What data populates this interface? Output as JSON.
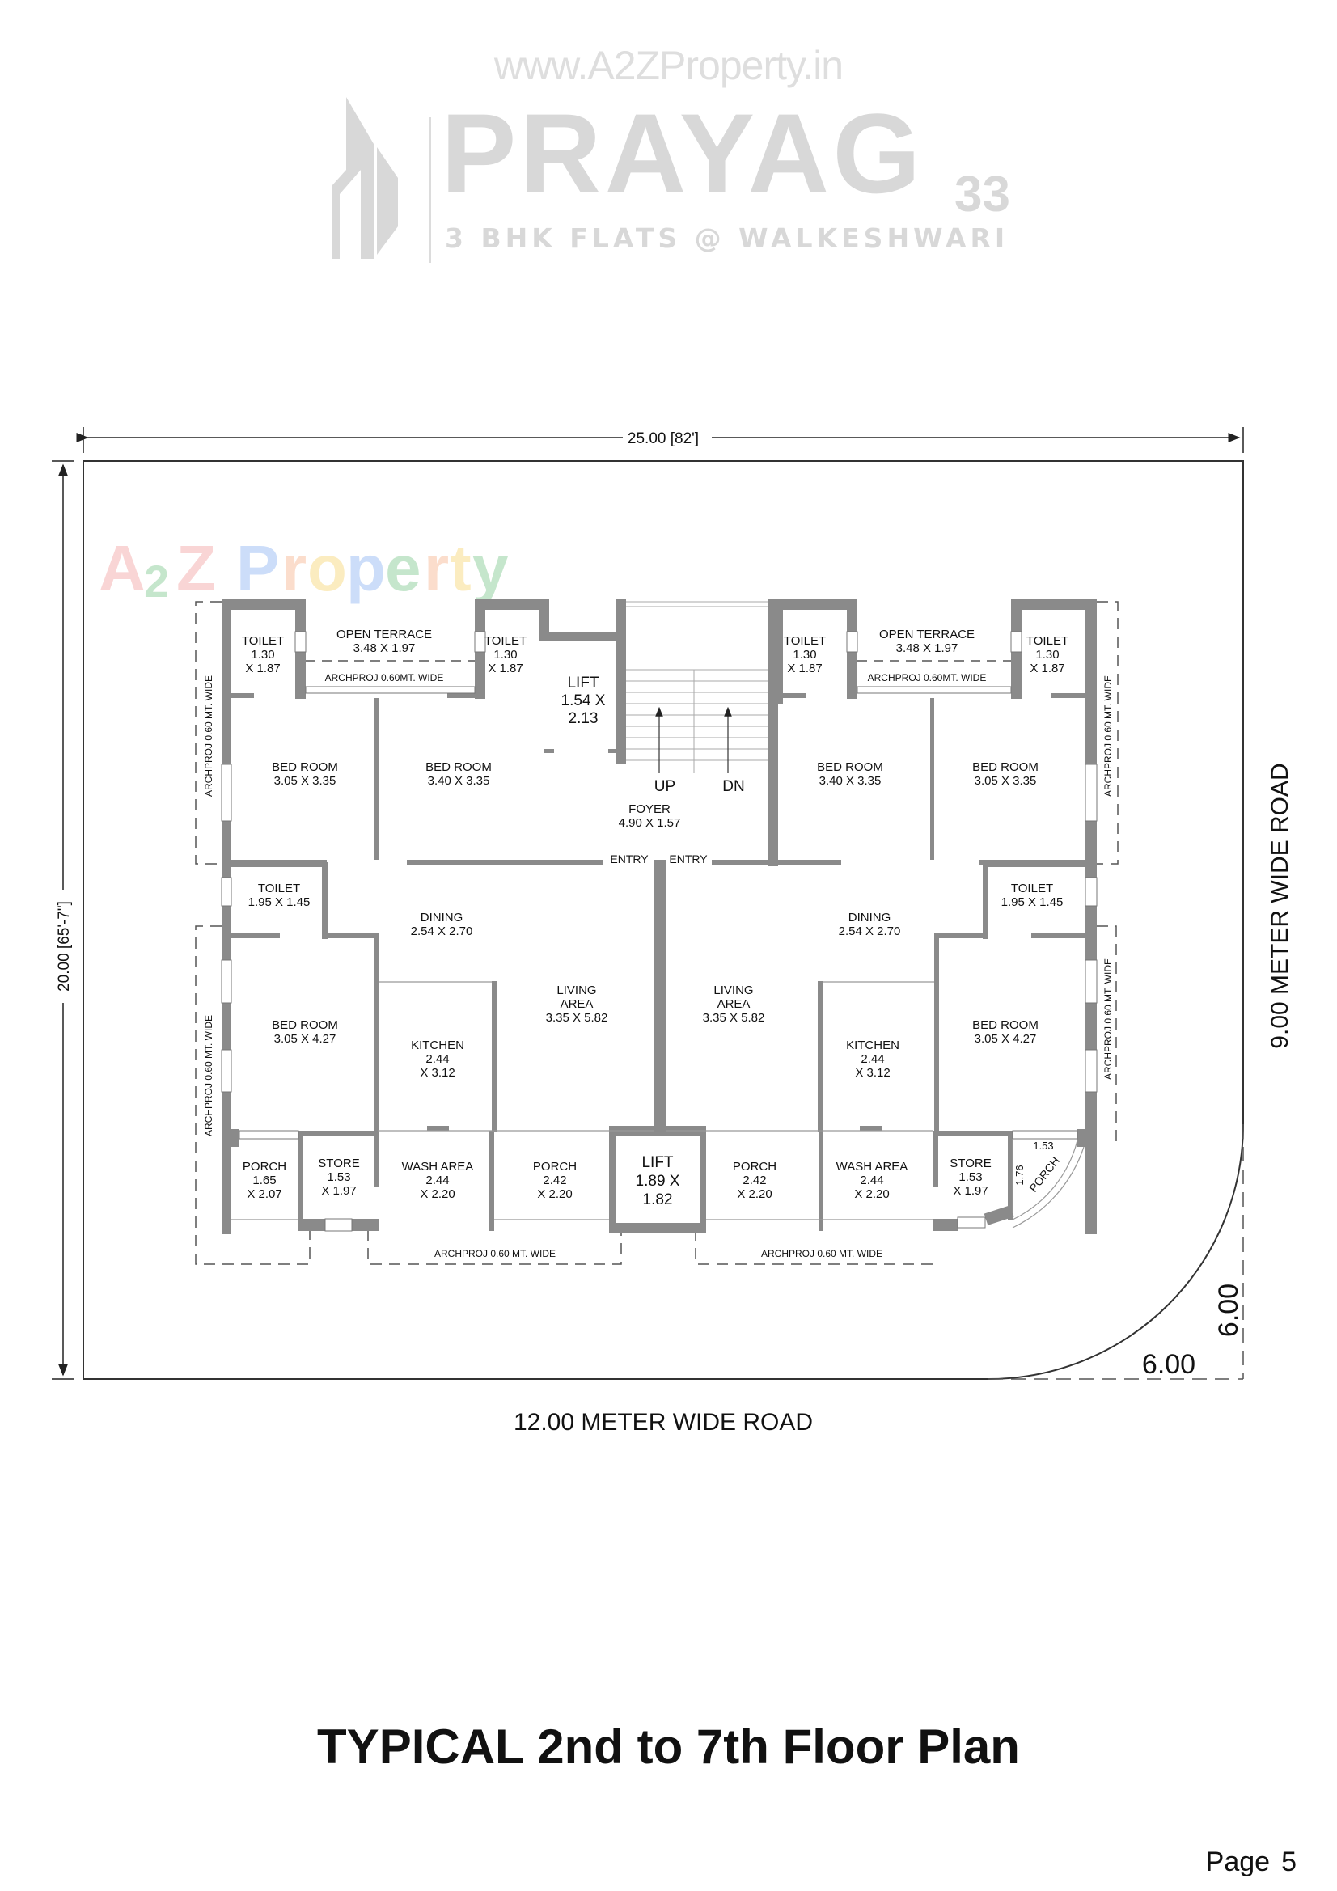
{
  "header": {
    "watermark_url": "www.A2ZProperty.in",
    "brand_name": "PRAYAG",
    "brand_number": "33",
    "brand_tagline": "3 BHK FLATS @ WALKESHWARI",
    "overlay_watermark": "A2Z Property"
  },
  "plot": {
    "width_dim": "25.00 [82']",
    "height_dim": "20.00 [65'-7\"]",
    "road_bottom": "12.00 METER WIDE ROAD",
    "road_right": "9.00 METER WIDE ROAD",
    "corner_dim_h": "6.00",
    "corner_dim_v": "6.00"
  },
  "rooms": {
    "left_toilet_a": {
      "name": "TOILET",
      "l1": "1.30",
      "l2": "X 1.87"
    },
    "left_terrace": {
      "name": "OPEN TERRACE",
      "size": "3.48 X 1.97",
      "proj": "ARCHPROJ 0.60MT. WIDE"
    },
    "left_toilet_b": {
      "name": "TOILET",
      "l1": "1.30",
      "l2": "X 1.87"
    },
    "lift_top": {
      "name": "LIFT",
      "l1": "1.54 X",
      "l2": "2.13"
    },
    "left_bed_a": {
      "name": "BED ROOM",
      "size": "3.05 X 3.35"
    },
    "left_bed_b": {
      "name": "BED ROOM",
      "size": "3.40 X 3.35"
    },
    "foyer": {
      "name": "FOYER",
      "size": "4.90 X 1.57",
      "up": "UP",
      "dn": "DN",
      "entry_left": "ENTRY",
      "entry_right": "ENTRY"
    },
    "right_toilet_a": {
      "name": "TOILET",
      "l1": "1.30",
      "l2": "X 1.87"
    },
    "right_terrace": {
      "name": "OPEN TERRACE",
      "size": "3.48 X 1.97",
      "proj": "ARCHPROJ 0.60MT. WIDE"
    },
    "right_toilet_b": {
      "name": "TOILET",
      "l1": "1.30",
      "l2": "X 1.87"
    },
    "right_bed_a": {
      "name": "BED ROOM",
      "size": "3.40 X 3.35"
    },
    "right_bed_b": {
      "name": "BED ROOM",
      "size": "3.05 X 3.35"
    },
    "left_toilet_c": {
      "name": "TOILET",
      "size": "1.95 X 1.45"
    },
    "left_dining": {
      "name": "DINING",
      "size": "2.54 X 2.70"
    },
    "left_bed_c": {
      "name": "BED ROOM",
      "size": "3.05 X 4.27"
    },
    "left_kitchen": {
      "name": "KITCHEN",
      "l1": "2.44",
      "l2": "X 3.12"
    },
    "left_living": {
      "name": "LIVING",
      "l1": "AREA",
      "l2": "3.35 X 5.82"
    },
    "right_toilet_c": {
      "name": "TOILET",
      "size": "1.95 X 1.45"
    },
    "right_dining": {
      "name": "DINING",
      "size": "2.54 X 2.70"
    },
    "right_bed_c": {
      "name": "BED ROOM",
      "size": "3.05 X 4.27"
    },
    "right_kitchen": {
      "name": "KITCHEN",
      "l1": "2.44",
      "l2": "X 3.12"
    },
    "right_living": {
      "name": "LIVING",
      "l1": "AREA",
      "l2": "3.35 X 5.82"
    },
    "left_porch_a": {
      "name": "PORCH",
      "l1": "1.65",
      "l2": "X 2.07"
    },
    "left_store": {
      "name": "STORE",
      "l1": "1.53",
      "l2": "X 1.97"
    },
    "left_wash": {
      "name": "WASH AREA",
      "l1": "2.44",
      "l2": "X 2.20"
    },
    "left_porch_b": {
      "name": "PORCH",
      "l1": "2.42",
      "l2": "X 2.20"
    },
    "lift_bottom": {
      "name": "LIFT",
      "l1": "1.89 X",
      "l2": "1.82"
    },
    "right_porch_b": {
      "name": "PORCH",
      "l1": "2.42",
      "l2": "X 2.20"
    },
    "right_wash": {
      "name": "WASH AREA",
      "l1": "2.44",
      "l2": "X 2.20"
    },
    "right_store": {
      "name": "STORE",
      "l1": "1.53",
      "l2": "X 1.97"
    },
    "right_porch_curved": {
      "name": "PORCH",
      "w": "1.53",
      "h": "1.76"
    }
  },
  "projections": {
    "left_side": "ARCHPROJ 0.60 MT. WIDE",
    "left_side_lower": "ARCHPROJ 0.60 MT. WIDE",
    "right_side": "ARCHPROJ 0.60 MT. WIDE",
    "right_side_lower": "ARCHPROJ 0.60 MT. WIDE",
    "bottom_left": "ARCHPROJ 0.60 MT. WIDE",
    "bottom_right": "ARCHPROJ 0.60 MT. WIDE"
  },
  "footer": {
    "title": "TYPICAL 2nd to 7th Floor Plan",
    "page_label": "Page",
    "page_number": "5"
  }
}
